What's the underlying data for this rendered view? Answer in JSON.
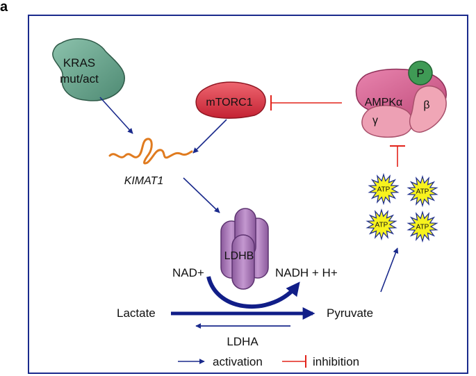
{
  "panel_label": "a",
  "colors": {
    "frame": "#1a2a8c",
    "activation": "#1a2a8c",
    "inhibition": "#e2231a",
    "kras_fill": "#5f9e86",
    "mtorc1_fill": "#d93240",
    "rna": "#e07b1f",
    "ldhb_fill": "#a978b5",
    "ampk_fill": "#d7608f",
    "phospho_fill": "#3f9a55",
    "atp_fill": "#f7f21e",
    "reaction_arrow": "#111e88"
  },
  "nodes": {
    "kras_line1": "KRAS",
    "kras_line2": "mut/act",
    "mtorc1": "mTORC1",
    "kimat1": "KIMAT1",
    "ldhb": "LDHB",
    "ampk_alpha": "AMPKα",
    "ampk_beta": "β",
    "ampk_gamma": "γ",
    "phospho": "P",
    "atp": "ATP"
  },
  "reaction": {
    "nad": "NAD+",
    "nadh": "NADH + H+",
    "lactate": "Lactate",
    "pyruvate": "Pyruvate",
    "ldha": "LDHA"
  },
  "legend": {
    "activation": "activation",
    "inhibition": "inhibition"
  }
}
